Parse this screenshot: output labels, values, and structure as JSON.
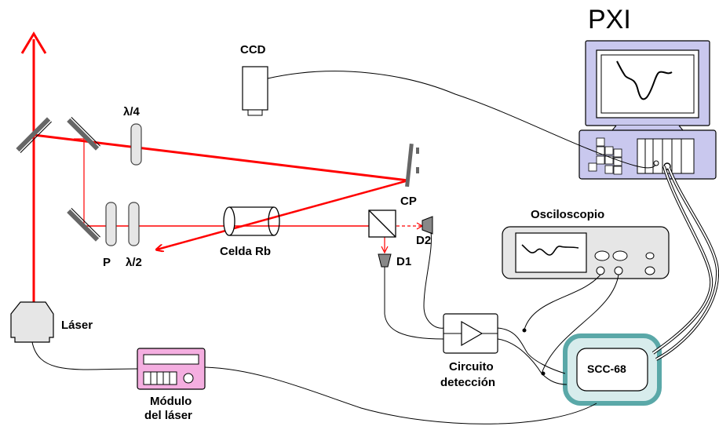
{
  "labels": {
    "pxi": "PXI",
    "ccd": "CCD",
    "lambda4": "λ/4",
    "lambda2": "λ/2",
    "polarizer": "P",
    "cell": "Celda Rb",
    "cp": "CP",
    "d1": "D1",
    "d2": "D2",
    "oscilloscope": "Osciloscopio",
    "laser": "Láser",
    "laser_module_line1": "Módulo",
    "laser_module_line2": "del láser",
    "detection_line1": "Circuito",
    "detection_line2": "detección",
    "scc": "SCC-68"
  },
  "colors": {
    "beam": "#ff0000",
    "module_fill": "#f4aee0",
    "pxi_fill": "#c9c8ee",
    "scc_fill": "#d7ecec",
    "scc_stroke": "#5aa8a8",
    "device_fill": "#e6e6e6"
  },
  "icons": [
    "pxi-monitor-icon",
    "ccd-camera-icon",
    "laser-head-icon",
    "oscilloscope-icon",
    "detector-icon",
    "mirror-icon",
    "wave-plate-icon",
    "cell-icon",
    "beam-splitter-icon",
    "amplifier-icon"
  ]
}
